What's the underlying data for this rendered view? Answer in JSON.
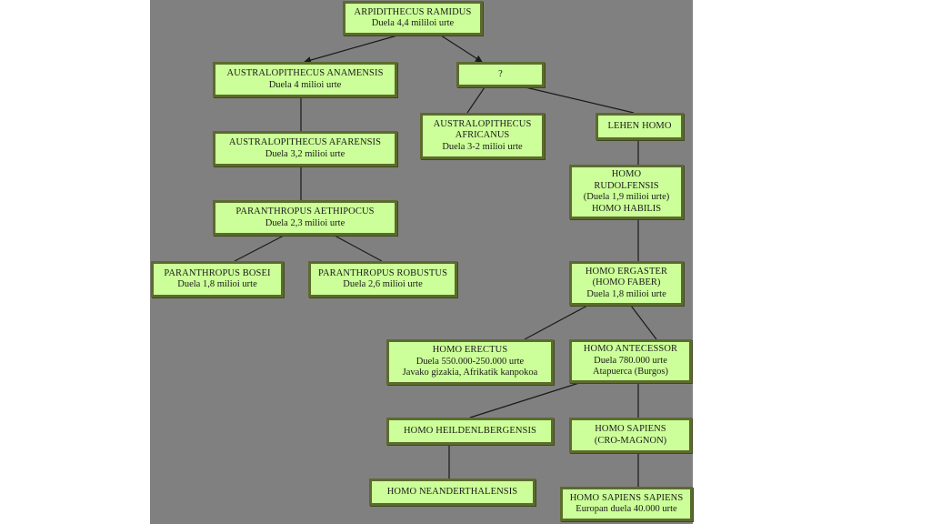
{
  "colors": {
    "background": "#ffffff",
    "panel": "#808080",
    "node_fill": "#ccff99",
    "node_border": "#5c6b2d",
    "link": "#1a1a1a"
  },
  "nodes": {
    "ardipithecus": {
      "title": "ARPIDITHECUS RAMIDUS",
      "line1": "Duela 4,4 mililoi urte"
    },
    "anamensis": {
      "title": "AUSTRALOPITHECUS ANAMENSIS",
      "line1": "Duela 4 milioi urte"
    },
    "unknown": {
      "title": "?"
    },
    "afarensis": {
      "title": "AUSTRALOPITHECUS AFARENSIS",
      "line1": "Duela 3,2 milioi urte"
    },
    "africanus": {
      "title": "AUSTRALOPITHECUS",
      "line1": "AFRICANUS",
      "line2": "Duela 3-2 milioi urte"
    },
    "lehen_homo": {
      "title": "LEHEN HOMO"
    },
    "aethipocus": {
      "title": "PARANTHROPUS AETHIPOCUS",
      "line1": "Duela 2,3 milioi urte"
    },
    "rudolfensis": {
      "title": "HOMO",
      "line1": "RUDOLFENSIS",
      "line2": "(Duela 1,9 milioi urte)",
      "line3": "HOMO HABILIS"
    },
    "bosei": {
      "title": "PARANTHROPUS BOSEI",
      "line1": "Duela 1,8 milioi urte"
    },
    "robustus": {
      "title": "PARANTHROPUS ROBUSTUS",
      "line1": "Duela 2,6 milioi urte"
    },
    "ergaster": {
      "title": "HOMO ERGASTER",
      "line1": "(HOMO FABER)",
      "line2": "Duela 1,8 milioi urte"
    },
    "erectus": {
      "title": "HOMO ERECTUS",
      "line1": "Duela 550.000-250.000 urte",
      "line2": "Javako gizakia, Afrikatik kanpokoa"
    },
    "antecessor": {
      "title": "HOMO ANTECESSOR",
      "line1": "Duela 780.000 urte",
      "line2": "Atapuerca (Burgos)"
    },
    "heidelbergensis": {
      "title": "HOMO HEILDENLBERGENSIS"
    },
    "sapiens": {
      "title": "HOMO SAPIENS",
      "line1": "(CRO-MAGNON)"
    },
    "neanderthalensis": {
      "title": "HOMO NEANDERTHALENSIS"
    },
    "sapiens_sapiens": {
      "title": "HOMO SAPIENS SAPIENS",
      "line1": "Europan duela 40.000 urte"
    }
  },
  "links": [
    {
      "from": "ardipithecus",
      "to": "anamensis",
      "arrow": true
    },
    {
      "from": "ardipithecus",
      "to": "unknown",
      "arrow": true
    },
    {
      "from": "anamensis",
      "to": "afarensis"
    },
    {
      "from": "unknown",
      "to": "africanus"
    },
    {
      "from": "unknown",
      "to": "lehen_homo"
    },
    {
      "from": "afarensis",
      "to": "aethipocus"
    },
    {
      "from": "aethipocus",
      "to": "bosei"
    },
    {
      "from": "aethipocus",
      "to": "robustus"
    },
    {
      "from": "lehen_homo",
      "to": "rudolfensis"
    },
    {
      "from": "rudolfensis",
      "to": "ergaster"
    },
    {
      "from": "ergaster",
      "to": "erectus"
    },
    {
      "from": "ergaster",
      "to": "antecessor"
    },
    {
      "from": "antecessor",
      "to": "heidelbergensis"
    },
    {
      "from": "antecessor",
      "to": "sapiens"
    },
    {
      "from": "heidelbergensis",
      "to": "neanderthalensis"
    },
    {
      "from": "sapiens",
      "to": "sapiens_sapiens"
    }
  ]
}
